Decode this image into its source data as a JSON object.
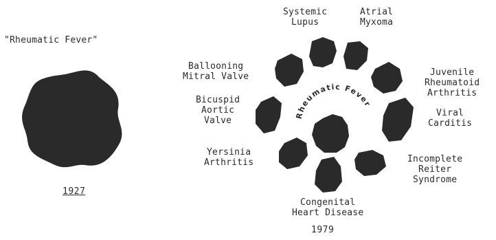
{
  "colors": {
    "ink": "#2a2a2a",
    "background": "#ffffff"
  },
  "left_panel": {
    "title": "\"Rheumatic Fever\"",
    "year": "1927"
  },
  "right_panel": {
    "center_text": "Rheumatic Fever",
    "year": "1979",
    "conditions": [
      {
        "lines": [
          "Systemic",
          "Lupus"
        ]
      },
      {
        "lines": [
          "Atrial",
          "Myxoma"
        ]
      },
      {
        "lines": [
          "Juvenile",
          "Rheumatoid",
          "Arthritis"
        ]
      },
      {
        "lines": [
          "Viral",
          "Carditis"
        ]
      },
      {
        "lines": [
          "Incomplete",
          "Reiter",
          "Syndrome"
        ]
      },
      {
        "lines": [
          "Congenital",
          "Heart Disease"
        ]
      },
      {
        "lines": [
          "Yersinia",
          "Arthritis"
        ]
      },
      {
        "lines": [
          "Bicuspid",
          "Aortic",
          "Valve"
        ]
      },
      {
        "lines": [
          "Ballooning",
          "Mitral Valve"
        ]
      }
    ]
  }
}
